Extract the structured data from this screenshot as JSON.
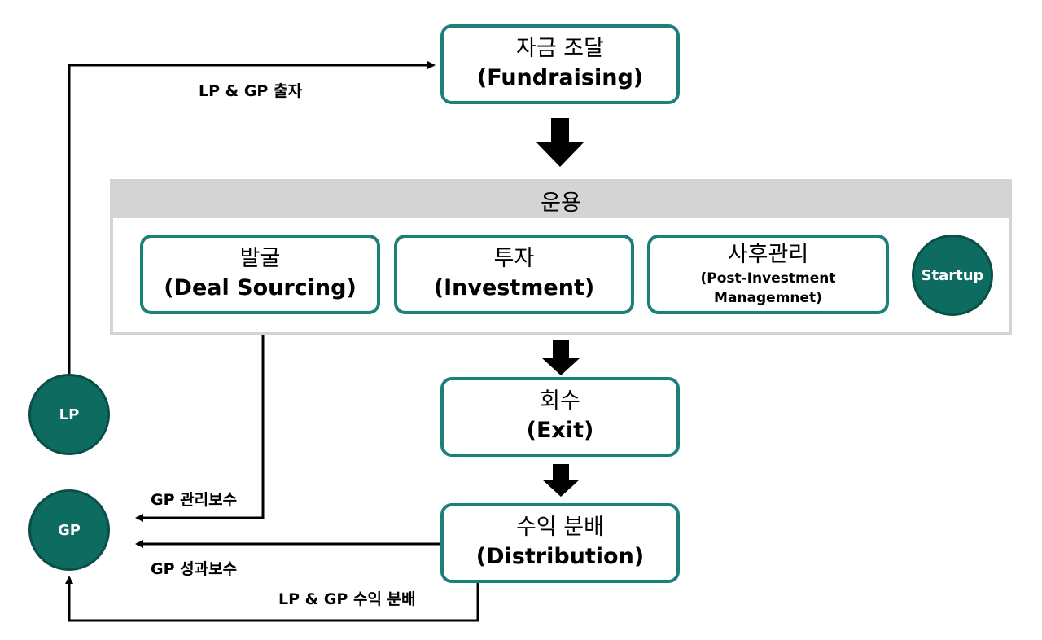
{
  "boxes": {
    "fundraising": {
      "ko": "자금 조달",
      "en": "(Fundraising)"
    },
    "sourcing": {
      "ko": "발굴",
      "en": "(Deal Sourcing)"
    },
    "investment": {
      "ko": "투자",
      "en": "(Investment)"
    },
    "post_investment": {
      "ko": "사후관리",
      "en": "(Post-Investment Managemnet)"
    },
    "exit": {
      "ko": "회수",
      "en": "(Exit)"
    },
    "distribution": {
      "ko": "수익 분배",
      "en": "(Distribution)"
    }
  },
  "panel": {
    "title": "운용"
  },
  "circles": {
    "startup": "Startup",
    "lp": "LP",
    "gp": "GP"
  },
  "labels": {
    "lp_gp_contribution": "LP & GP 출자",
    "gp_management_fee": "GP 관리보수",
    "gp_carry": "GP 성과보수",
    "lp_gp_distribution": "LP & GP 수익 분배"
  },
  "colors": {
    "accent": "#1b8176",
    "node_fill": "#0e6b60",
    "panel_gray": "#d4d4d4"
  }
}
